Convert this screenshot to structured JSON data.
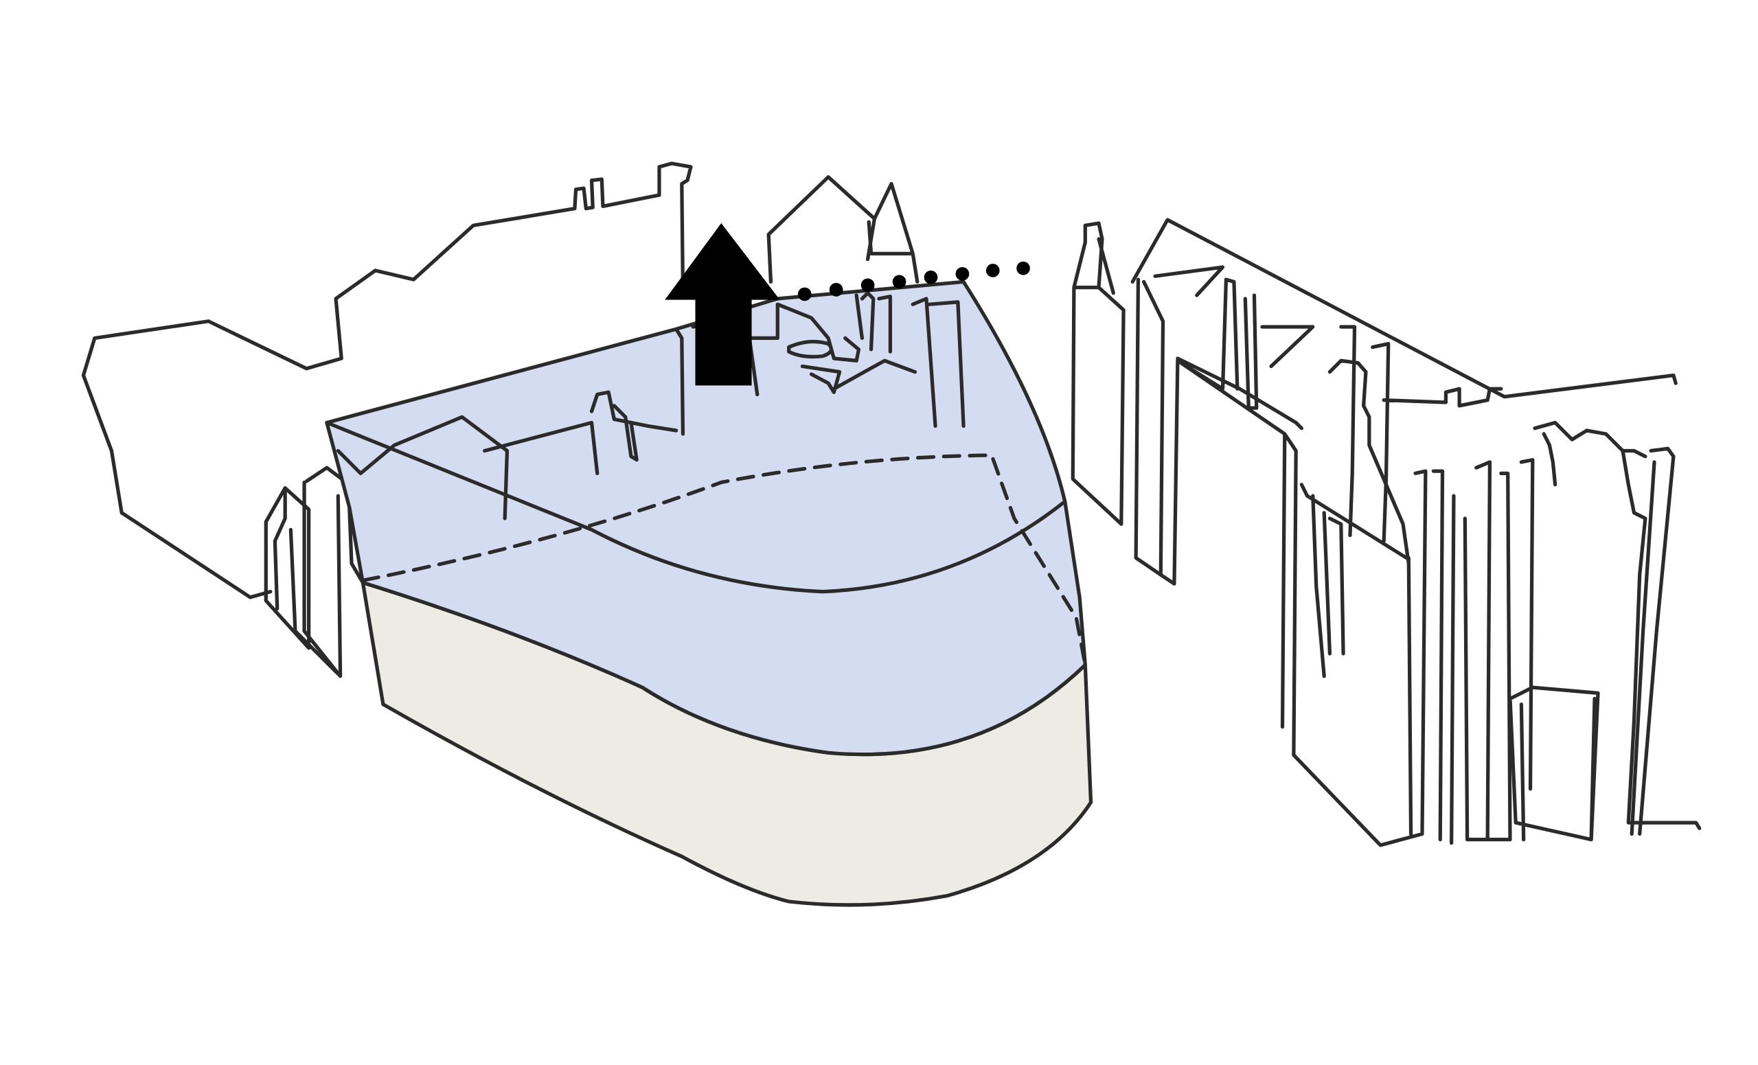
{
  "diagram": {
    "colors": {
      "background": "#ffffff",
      "ink": "#2b2b2b",
      "massing_fill": "#d3dcf0",
      "base_fill": "#ecebe4",
      "arrow": "#000000"
    },
    "elements": [
      {
        "name": "left-background-building-outline",
        "kind": "outline"
      },
      {
        "name": "central-rear-building-outline",
        "kind": "outline"
      },
      {
        "name": "right-street-facade",
        "kind": "outline"
      },
      {
        "name": "small-left-annex",
        "kind": "outline"
      },
      {
        "name": "proposed-massing-volume",
        "kind": "translucent-fill"
      },
      {
        "name": "ground-floor-base",
        "kind": "solid-fill"
      },
      {
        "name": "existing-footprint-dashed-line",
        "kind": "dashed"
      },
      {
        "name": "height-increase-arrow",
        "kind": "arrow",
        "direction": "up"
      },
      {
        "name": "sightline-dotted-line",
        "kind": "dotted",
        "dot_count": 8
      }
    ]
  }
}
